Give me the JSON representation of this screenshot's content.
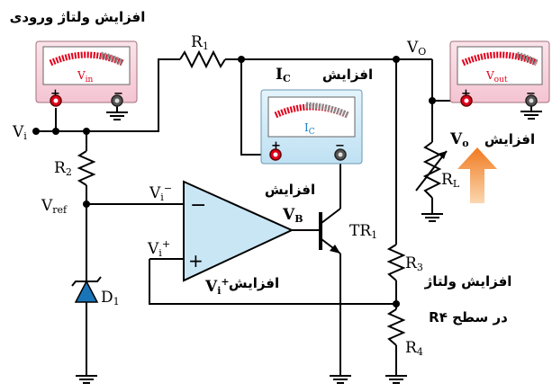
{
  "labels": {
    "title_input_voltage_increase": "افزایش ولتاژ ورودی",
    "r1_main": "R",
    "r1_sub": "1",
    "vo_main": "V",
    "vo_sub": "O",
    "ic_increase_main": "I",
    "ic_increase_sub": "C",
    "ic_increase_word": "افزایش",
    "vi_main": "V",
    "vi_sub": "i",
    "r2_main": "R",
    "r2_sub": "2",
    "vref_main": "V",
    "vref_sub": "ref",
    "vi_minus_main": "V",
    "vi_minus_sub": "i",
    "vi_minus_sup": "−",
    "increase_mid": "افزایش",
    "vb_main": "V",
    "vb_sub": "B",
    "tr1_main": "TR",
    "tr1_sub": "1",
    "vi_plus_main": "V",
    "vi_plus_sub": "i",
    "vi_plus_sup": "+",
    "vi_plus_increase_main": "V",
    "vi_plus_increase_sub": "i",
    "vi_plus_increase_sup": "+",
    "vi_plus_increase_word": "افزایش",
    "d1_main": "D",
    "d1_sub": "1",
    "r3_main": "R",
    "r3_sub": "3",
    "r4_main": "R",
    "r4_sub": "4",
    "rl_main": "R",
    "rl_sub": "L",
    "vo_increase_main": "V",
    "vo_increase_sub": "o",
    "vo_increase_word": "افزایش",
    "r4_voltage_line1": "افزایش ولتاژ",
    "r4_voltage_line2": "در سطح R۴"
  },
  "meters": {
    "vin": {
      "main": "V",
      "sub": "in"
    },
    "ic": {
      "main": "I",
      "sub": "C"
    },
    "vout": {
      "main": "V",
      "sub": "out"
    }
  },
  "colors": {
    "meter_pink": "#f7d2dc",
    "meter_blue": "#cfe9f7",
    "scale_red": "#e0001b",
    "meter_label_red": "#e0001b",
    "meter_label_blue": "#1a7fc1",
    "arrow_orange": "#f08a2c",
    "opamp_fill": "#c9e6f5",
    "terminal_red": "#e0001b"
  }
}
